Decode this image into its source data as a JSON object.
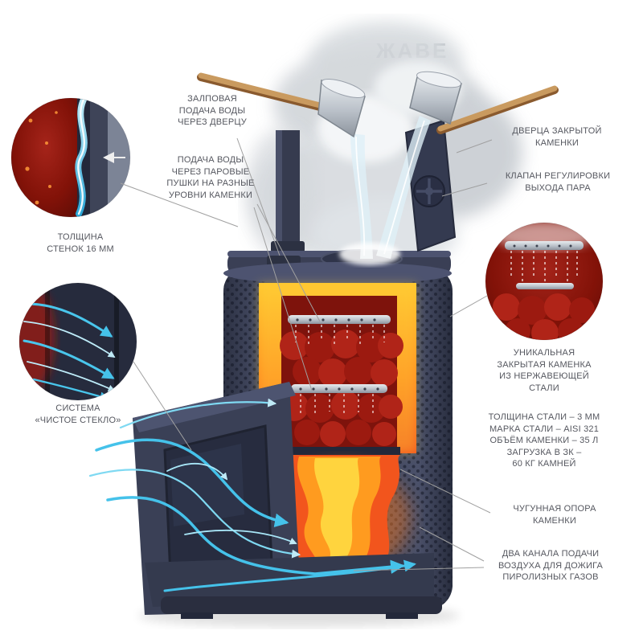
{
  "diagram": {
    "watermark": "ЖАВЕ",
    "colors": {
      "label_text": "#55575f",
      "leader_line": "#a0a0a0",
      "fire_orange": "#ff8a1e",
      "fire_yellow": "#ffd43e",
      "ember_red": "#8c1710",
      "steel_body": "#3f4459",
      "air_blue": "#45c2ea"
    },
    "callouts": {
      "salvo_water": "ЗАЛПОВАЯ\nПОДАЧА ВОДЫ\nЧЕРЕЗ ДВЕРЦУ",
      "steam_guns": "ПОДАЧА ВОДЫ\nЧЕРЕЗ ПАРОВЫЕ\nПУШКИ НА РАЗНЫЕ\nУРОВНИ КАМЕНКИ",
      "wall_thickness": "ТОЛЩИНА\nСТЕНОК 16 ММ",
      "clean_glass": "СИСТЕМА\n«ЧИСТОЕ СТЕКЛО»",
      "closed_door": "ДВЕРЦА ЗАКРЫТОЙ\nКАМЕНКИ",
      "steam_valve": "КЛАПАН РЕГУЛИРОВКИ\nВЫХОДА ПАРА",
      "unique_stones": "УНИКАЛЬНАЯ\nЗАКРЫТАЯ КАМЕНКА\nИЗ НЕРЖАВЕЮЩЕЙ\nСТАЛИ",
      "specs": "ТОЛЩИНА СТАЛИ – 3 ММ\nМАРКА СТАЛИ – AISI 321\nОБЪЁМ КАМЕНКИ – 35 Л\nЗАГРУЗКА В ЗК –\n60 КГ КАМНЕЙ",
      "cast_iron_support": "ЧУГУННАЯ ОПОРА\nКАМЕНКИ",
      "air_channels": "ДВА КАНАЛА ПОДАЧИ\nВОЗДУХА ДЛЯ ДОЖИГА\nПИРОЛИЗНЫХ ГАЗОВ"
    }
  }
}
